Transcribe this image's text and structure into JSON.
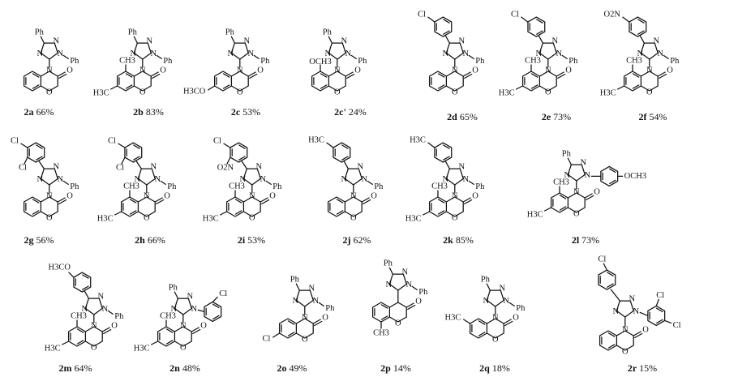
{
  "compounds": [
    {
      "id": "2a",
      "yield": "66%",
      "labels": [
        "Ph",
        "N",
        "N",
        "N",
        "Ph",
        "N",
        "O",
        "O"
      ]
    },
    {
      "id": "2b",
      "yield": "83%",
      "labels": [
        "Ph",
        "N",
        "N",
        "N",
        "Ph",
        "N",
        "O",
        "O",
        "CH3",
        "H3C"
      ]
    },
    {
      "id": "2c",
      "yield": "53%",
      "labels": [
        "Ph",
        "N",
        "N",
        "N",
        "Ph",
        "N",
        "O",
        "O",
        "H3CO"
      ]
    },
    {
      "id": "2c'",
      "yield": "24%",
      "labels": [
        "Ph",
        "N",
        "N",
        "N",
        "Ph",
        "N",
        "O",
        "O",
        "OCH3"
      ]
    },
    {
      "id": "2d",
      "yield": "65%",
      "labels": [
        "Cl",
        "N",
        "N",
        "N",
        "Ph",
        "N",
        "O",
        "O"
      ]
    },
    {
      "id": "2e",
      "yield": "73%",
      "labels": [
        "Cl",
        "N",
        "N",
        "N",
        "Ph",
        "N",
        "O",
        "O",
        "CH3",
        "H3C"
      ]
    },
    {
      "id": "2f",
      "yield": "54%",
      "labels": [
        "O2N",
        "N",
        "N",
        "N",
        "Ph",
        "N",
        "O",
        "O",
        "CH3",
        "H3C"
      ]
    },
    {
      "id": "2g",
      "yield": "56%",
      "labels": [
        "Cl",
        "Cl",
        "N",
        "N",
        "N",
        "Ph",
        "N",
        "O",
        "O"
      ]
    },
    {
      "id": "2h",
      "yield": "66%",
      "labels": [
        "Cl",
        "Cl",
        "N",
        "N",
        "N",
        "Ph",
        "N",
        "O",
        "O",
        "CH3",
        "H3C"
      ]
    },
    {
      "id": "2i",
      "yield": "53%",
      "labels": [
        "Cl",
        "O2N",
        "N",
        "N",
        "N",
        "Ph",
        "N",
        "O",
        "O",
        "CH3",
        "H3C"
      ]
    },
    {
      "id": "2j",
      "yield": "62%",
      "labels": [
        "H3C",
        "N",
        "N",
        "N",
        "Ph",
        "N",
        "O",
        "O"
      ]
    },
    {
      "id": "2k",
      "yield": "85%",
      "labels": [
        "H3C",
        "N",
        "N",
        "N",
        "Ph",
        "N",
        "O",
        "O",
        "CH3",
        "H3C"
      ]
    },
    {
      "id": "2l",
      "yield": "73%",
      "labels": [
        "Ph",
        "N",
        "N",
        "N",
        "OCH3",
        "N",
        "O",
        "O",
        "CH3",
        "H3C"
      ]
    },
    {
      "id": "2m",
      "yield": "64%",
      "labels": [
        "H3CO",
        "N",
        "N",
        "N",
        "Ph",
        "N",
        "O",
        "O",
        "CH3",
        "H3C"
      ]
    },
    {
      "id": "2n",
      "yield": "48%",
      "labels": [
        "Ph",
        "N",
        "N",
        "N",
        "Cl",
        "N",
        "O",
        "O",
        "CH3",
        "H3C"
      ]
    },
    {
      "id": "2o",
      "yield": "49%",
      "labels": [
        "Ph",
        "N",
        "N",
        "N",
        "Ph",
        "N",
        "O",
        "O",
        "Cl"
      ]
    },
    {
      "id": "2p",
      "yield": "14%",
      "labels": [
        "Ph",
        "N",
        "N",
        "N",
        "Ph",
        "O",
        "O",
        "CH3"
      ]
    },
    {
      "id": "2q",
      "yield": "18%",
      "labels": [
        "Ph",
        "N",
        "N",
        "N",
        "Ph",
        "N",
        "O",
        "O",
        "H3C"
      ]
    },
    {
      "id": "2r",
      "yield": "15%",
      "labels": [
        "Cl",
        "N",
        "N",
        "N",
        "Cl",
        "Cl",
        "N",
        "O",
        "O"
      ]
    }
  ]
}
